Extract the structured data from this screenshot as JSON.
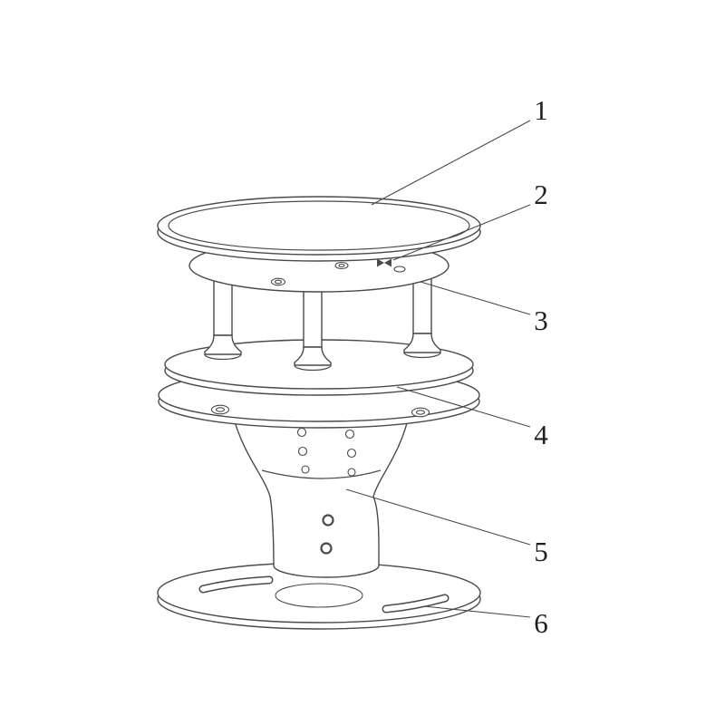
{
  "figure": {
    "callouts": [
      {
        "label": "1"
      },
      {
        "label": "2"
      },
      {
        "label": "3"
      },
      {
        "label": "4"
      },
      {
        "label": "5"
      },
      {
        "label": "6"
      }
    ],
    "colors": {
      "line": "#4a4a4a",
      "label": "#1f1f1f",
      "background": "#ffffff"
    }
  }
}
